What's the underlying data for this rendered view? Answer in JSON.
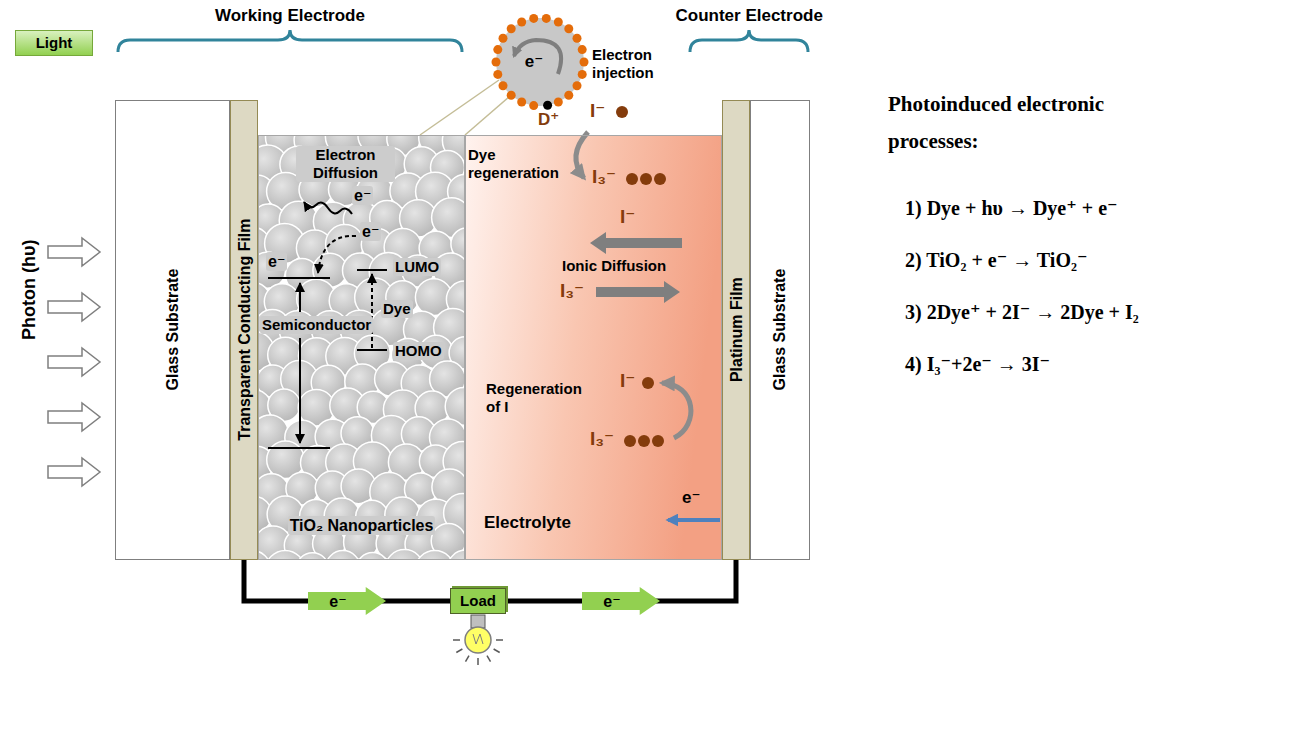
{
  "diagram": {
    "nodes": [
      {
        "text": [
          "Light"
        ]
      },
      {
        "text": [
          "Glass Substrate"
        ]
      },
      {
        "text": [
          "Transparent Conducting Film"
        ]
      },
      {
        "text": [
          "TiO₂ Nanoparticles"
        ]
      },
      {
        "text": [
          "Electrolyte"
        ]
      },
      {
        "text": [
          "Platinum Film"
        ]
      },
      {
        "text": [
          "Glass Substrate"
        ]
      },
      {
        "text": [
          "e⁻"
        ]
      },
      {
        "text": [
          "Load"
        ]
      }
    ],
    "edges": [
      {
        "from": 2,
        "to": 8,
        "arrow": "to",
        "label": "e⁻"
      },
      {
        "from": 8,
        "to": 5,
        "arrow": "to",
        "label": "e⁻"
      }
    ],
    "labels": [
      "Working Electrode",
      "Counter Electrode",
      "Photon (hυ)",
      "Electron Diffusion",
      "e⁻",
      "e⁻",
      "LUMO",
      "Dye",
      "HOMO",
      "e⁻",
      "Semiconductor",
      "Electron injection",
      "D⁺",
      "I⁻",
      "Dye regeneration",
      "I₃⁻",
      "I⁻",
      "Ionic Diffusion",
      "I₃⁻",
      "Regeneration of I",
      "I⁻",
      "I₃⁻",
      "e⁻",
      "Photoinduced electronic processes:",
      "1) Dye + hυ → Dye⁺ + e⁻",
      "2) TiO₂ + e⁻ → TiO₂⁻",
      "3) 2Dye⁺ + 2I⁻ → 2Dye + I₂",
      "4) I₃⁻+2e⁻ → 3I⁻"
    ]
  }
}
